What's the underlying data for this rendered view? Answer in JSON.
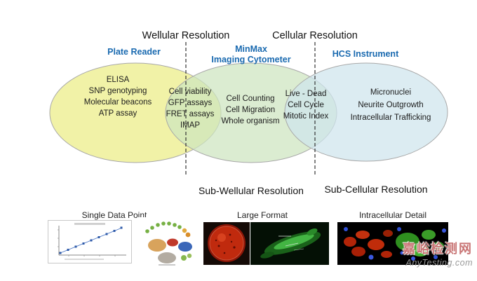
{
  "header": {
    "wellular": "Wellular Resolution",
    "cellular": "Cellular Resolution"
  },
  "venn": {
    "plate_reader": {
      "title": "Plate Reader",
      "items": [
        "ELISA",
        "SNP genotyping",
        "Molecular beacons",
        "ATP assay"
      ]
    },
    "minmax": {
      "title_line1": "MinMax",
      "title_line2": "Imaging Cytometer",
      "items": [
        "Cell Counting",
        "Cell Migration",
        "Whole organism"
      ]
    },
    "hcs": {
      "title": "HCS Instrument",
      "items": [
        "Micronuclei",
        "Neurite Outgrowth",
        "Intracellular Trafficking"
      ]
    },
    "overlap_plate_minmax": [
      "Cell viability",
      "GFP assays",
      "FRET assays",
      "IMAP"
    ],
    "overlap_minmax_hcs": [
      "Live - Dead",
      "Cell Cycle",
      "Mitotic Index"
    ]
  },
  "footer_labels": {
    "sub_wellular": "Sub-Wellular Resolution",
    "sub_cellular": "Sub-Cellular Resolution"
  },
  "examples": {
    "single_data_point": "Single Data Point",
    "large_format": "Large Format",
    "intracellular_detail": "Intracellular Detail"
  },
  "watermark": {
    "cn": "嘉峪检测网",
    "en": "AnyTesting.com"
  },
  "colors": {
    "plate_reader_fill": "#f0f1a2",
    "minmax_fill": "#cde4bf",
    "hcs_fill": "#cfe4ed",
    "title_blue": "#1a6ab0",
    "dashed_line": "#333333"
  }
}
